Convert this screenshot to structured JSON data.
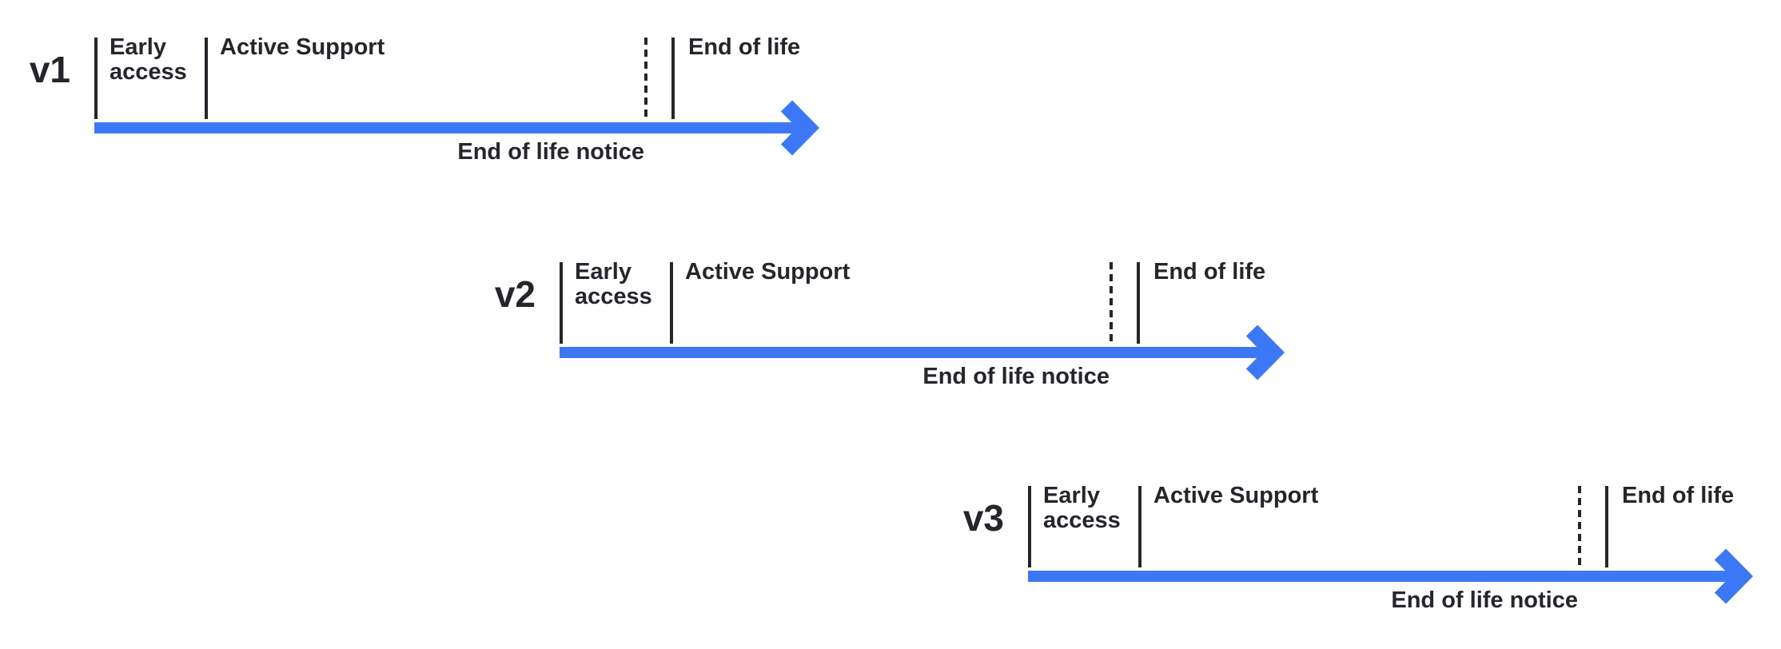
{
  "colors": {
    "background": "#FFFFFF",
    "arrow_blue": "#3C78F5",
    "ink": "#24262B"
  },
  "timelines": [
    {
      "version": "v1",
      "early_access": "Early\naccess",
      "active_support": "Active Support",
      "end_of_life": "End of life",
      "eol_notice": "End of life notice"
    },
    {
      "version": "v2",
      "early_access": "Early\naccess",
      "active_support": "Active Support",
      "end_of_life": "End of life",
      "eol_notice": "End of life notice"
    },
    {
      "version": "v3",
      "early_access": "Early\naccess",
      "active_support": "Active Support",
      "end_of_life": "End of life",
      "eol_notice": "End of life notice"
    }
  ]
}
